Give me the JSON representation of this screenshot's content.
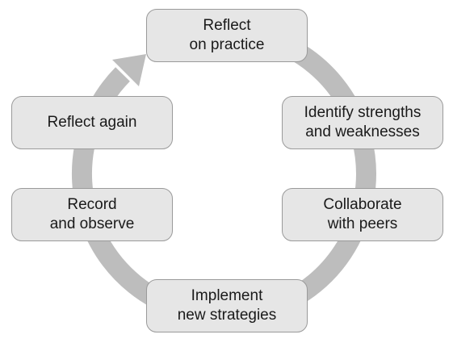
{
  "colors": {
    "ring": "#bdbdbd",
    "box_fill": "#e6e6e6",
    "box_border": "#9a9a9a",
    "text": "#1a1a1a"
  },
  "stages": [
    {
      "lines": [
        "Reflect",
        "on practice"
      ]
    },
    {
      "lines": [
        "Identify strengths",
        "and weaknesses"
      ]
    },
    {
      "lines": [
        "Collaborate",
        "with peers"
      ]
    },
    {
      "lines": [
        "Implement",
        "new strategies"
      ]
    },
    {
      "lines": [
        "Record",
        "and observe"
      ]
    },
    {
      "lines": [
        "Reflect again"
      ]
    }
  ]
}
